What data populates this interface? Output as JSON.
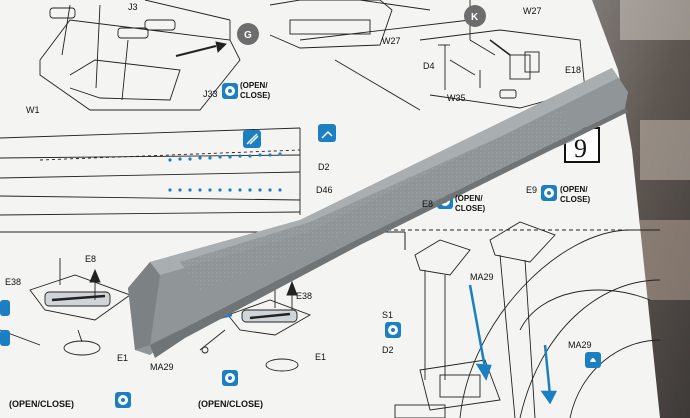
{
  "labels": {
    "j3": "J3",
    "w27_a": "W27",
    "w27_b": "W27",
    "w1": "W1",
    "j33": "J33",
    "open_close_1_a": "(OPEN/",
    "open_close_1_b": "CLOSE)",
    "g": "G",
    "k": "K",
    "d4": "D4",
    "e18": "E18",
    "w35": "W35",
    "d2_a": "D2",
    "d46": "D46",
    "step": "9",
    "e8_top": "E8",
    "open_close_2_a": "(OPEN/",
    "open_close_2_b": "CLOSE)",
    "e9": "E9",
    "open_close_3_a": "(OPEN/",
    "open_close_3_b": "CLOSE)",
    "e38_left": "E38",
    "e8_left": "E8",
    "e38_mid": "E38",
    "ma29_right": "MA29",
    "s1": "S1",
    "d2_b": "D2",
    "ma29_left": "MA29",
    "e1_left": "E1",
    "e1_mid": "E1",
    "ma29_bottom": "MA29",
    "open_close_bottom_left": "(OPEN/CLOSE)",
    "open_close_bottom_mid": "(OPEN/CLOSE)"
  },
  "colors": {
    "paper": "#f3f3f1",
    "ink": "#1a1a1a",
    "blue": "#1c7fc2",
    "part_grey": "#8e9395",
    "background": "#5b5552"
  }
}
